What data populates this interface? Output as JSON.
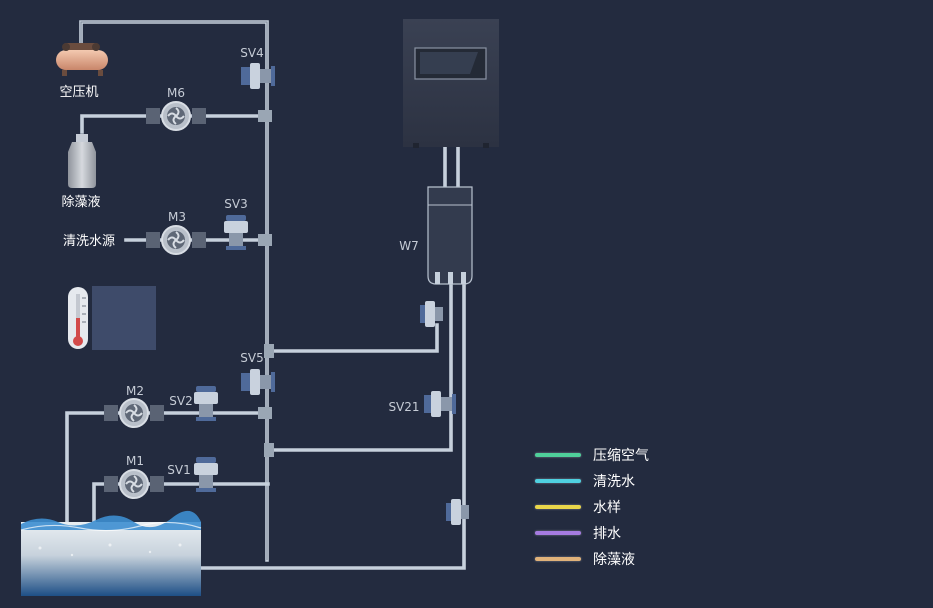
{
  "equipment": {
    "compressor": "空压机",
    "algae_tank": "除藻液",
    "wash_source": "清洗水源",
    "vessel": "W7"
  },
  "pumps": {
    "m6": "M6",
    "m3": "M3",
    "m2": "M2",
    "m1": "M1"
  },
  "valves": {
    "sv4": "SV4",
    "sv3": "SV3",
    "sv5": "SV5",
    "sv2": "SV2",
    "sv1": "SV1",
    "sv21": "SV21"
  },
  "legend": [
    {
      "label": "压缩空气",
      "color": "#4fcf9a"
    },
    {
      "label": "清洗水",
      "color": "#4fd0e0"
    },
    {
      "label": "水样",
      "color": "#e9d64a"
    },
    {
      "label": "排水",
      "color": "#a57be0"
    },
    {
      "label": "除藻液",
      "color": "#e0b27a"
    }
  ]
}
